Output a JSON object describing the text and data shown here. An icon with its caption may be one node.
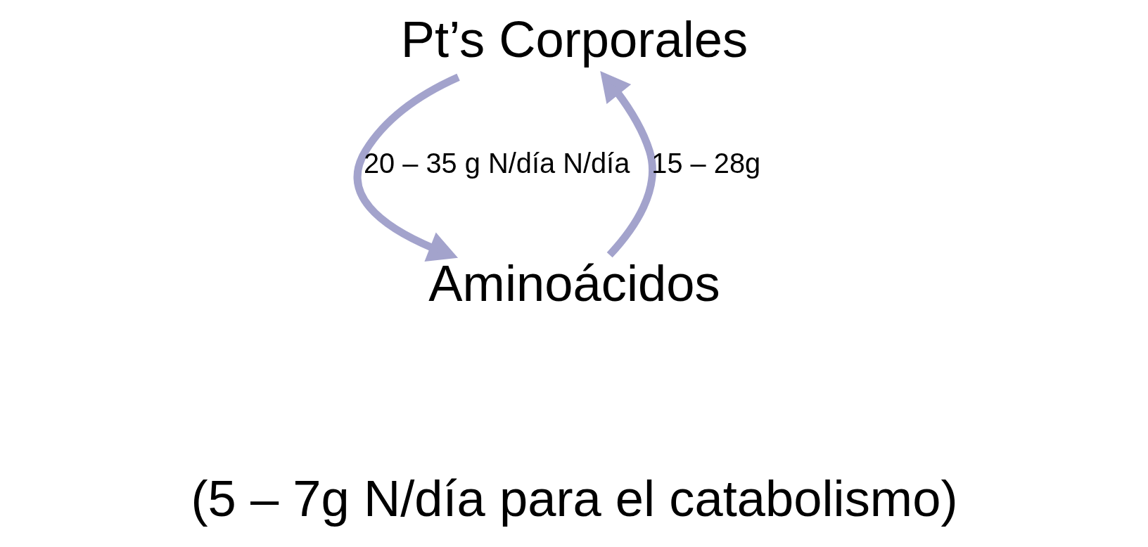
{
  "diagram": {
    "nodes": [
      {
        "text": [
          "Pt’s Corporales"
        ]
      },
      {
        "text": [
          "Aminoácidos"
        ]
      }
    ],
    "edges": [
      {
        "from": 0,
        "to": 1,
        "arrow": "to",
        "label": "20 – 35 g N/día N/día"
      },
      {
        "from": 1,
        "to": 0,
        "arrow": "to",
        "label": "15 – 28g"
      }
    ],
    "labels": [
      "(5 – 7g N/día para el catabolismo)"
    ]
  }
}
